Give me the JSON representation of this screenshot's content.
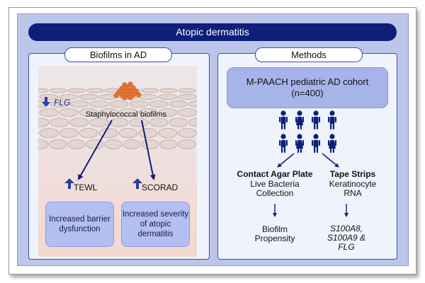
{
  "title": "Atopic dermatitis",
  "left_panel": {
    "heading": "Biofilms in AD",
    "flg_label": "FLG",
    "biofilm_label": "Staphylococcal biofilms",
    "tewl_label": "TEWL",
    "scorad_label": "SCORAD",
    "outcome_barrier": "Increased barrier dysfunction",
    "outcome_severity": "Increased severity of atopic dermatitis"
  },
  "right_panel": {
    "heading": "Methods",
    "cohort_line1": "M-PAACH pediatric AD cohort",
    "cohort_line2": "(n=400)",
    "contact_title": "Contact Agar Plate",
    "contact_desc": "Live Bacteria Collection",
    "tape_title": "Tape Strips",
    "tape_desc": "Keratinocyte RNA",
    "result_left": "Biofilm Propensity",
    "result_right": "S100A8, S100A9 & FLG"
  },
  "colors": {
    "navy": "#0e1f79",
    "panel_border": "#3b4cb0",
    "background": "#bcc6ea",
    "box_fill": "#b3bff0",
    "biofilm_orange": "#e8722c"
  }
}
